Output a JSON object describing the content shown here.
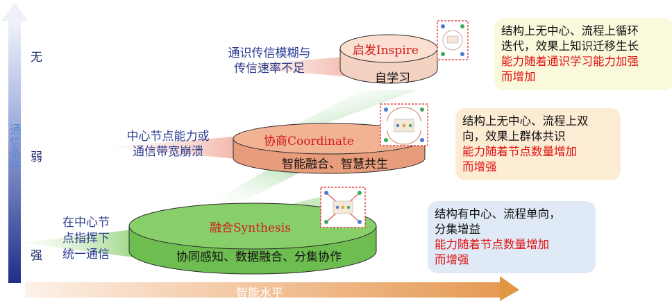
{
  "axes": {
    "y_label": "通信条件",
    "x_label": "智能水平",
    "levels": [
      "无",
      "弱",
      "强"
    ]
  },
  "tiers": [
    {
      "name": "启发Inspire",
      "subtitle": "自学习",
      "cause": [
        "通识传信模糊与",
        "传信速率不足"
      ],
      "desc_black": [
        "结构上无中心、流程上循环",
        "迭代，效果上知识迁移生长"
      ],
      "desc_red": [
        "能力随着通识学习能力加强",
        "而增加"
      ],
      "colors": {
        "top": "#fbe0d2",
        "side": "#f3d2c2",
        "box": "#fbf9dc"
      }
    },
    {
      "name": "协商Coordinate",
      "subtitle": "智能融合、智慧共生",
      "cause": [
        "中心节点能力或",
        "通信带宽崩溃"
      ],
      "desc_black": [
        "结构上无中心、流程上双",
        "向，效果上群体共识"
      ],
      "desc_red": [
        "能力随着节点数量增加",
        "而增强"
      ],
      "colors": {
        "top": "#f2b294",
        "side": "#e79c7b",
        "box": "#fdecd4"
      }
    },
    {
      "name": "融合Synthesis",
      "subtitle": "协同感知、数据融合、分集协作",
      "cause": [
        "在中心节",
        "点指挥下",
        "统一通信"
      ],
      "desc_black": [
        "结构有中心、流程单向，",
        "分集增益"
      ],
      "desc_red": [
        "能力随着节点数量增加",
        "而增强"
      ],
      "colors": {
        "top": "#88cf6a",
        "side": "#6ebd50",
        "box": "#dfeaf6"
      }
    }
  ]
}
